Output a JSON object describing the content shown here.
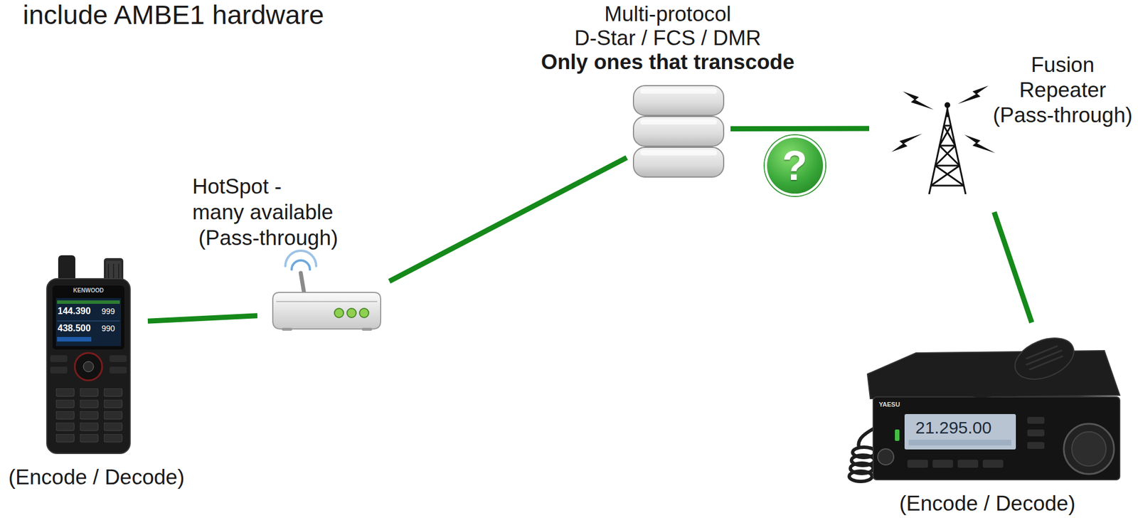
{
  "diagram": {
    "title": "include AMBE1 hardware",
    "nodes": [
      {
        "text": [
          "(Encode / Decode)"
        ]
      },
      {
        "text": [
          "HotSpot -",
          "many available",
          "(Pass-through)"
        ]
      },
      {
        "text": [
          "Multi-protocol",
          "D-Star / FCS / DMR",
          "Only ones that transcode"
        ]
      },
      {
        "text": [
          "Fusion Repeater",
          "(Pass-through)"
        ]
      },
      {
        "text": [
          "(Encode / Decode)"
        ]
      }
    ],
    "edges": [
      {
        "from": 0,
        "to": 1,
        "arrow": "none"
      },
      {
        "from": 1,
        "to": 2,
        "arrow": "none"
      },
      {
        "from": 2,
        "to": 3,
        "arrow": "none",
        "label": "?"
      },
      {
        "from": 3,
        "to": 4,
        "arrow": "none"
      }
    ],
    "labels": [
      "KENWOOD",
      "144.390",
      "999",
      "438.500",
      "990",
      "YAESU",
      "21.295.00"
    ]
  }
}
